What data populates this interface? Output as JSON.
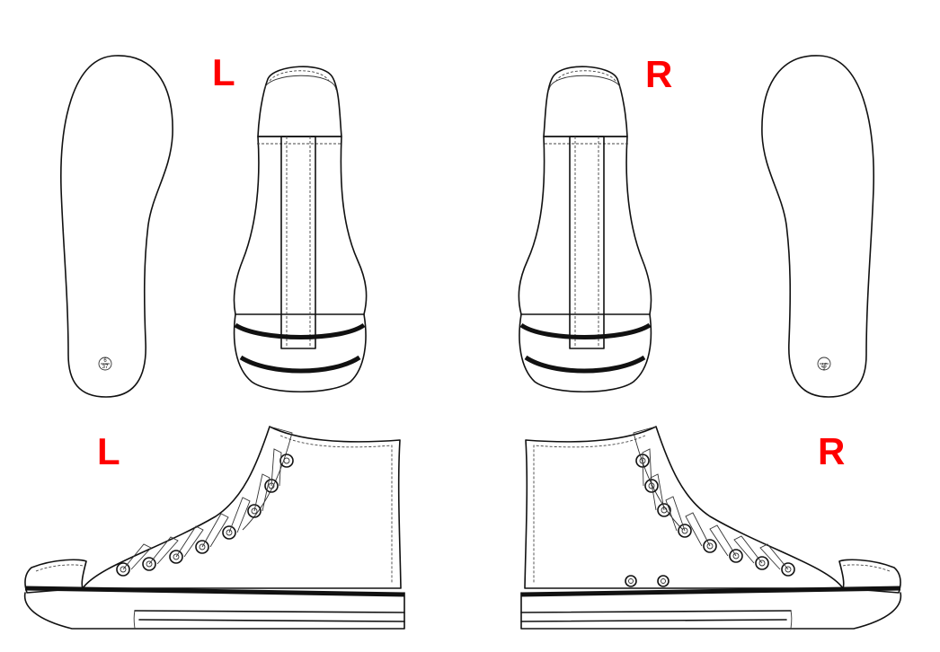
{
  "labels": {
    "top_left": "L",
    "top_right": "R",
    "bottom_left": "L",
    "bottom_right": "R"
  },
  "insole": {
    "size_numerator": "6",
    "size_denominator": "37"
  },
  "colors": {
    "label": "#ff0000",
    "line": "#111111",
    "background": "#ffffff"
  }
}
